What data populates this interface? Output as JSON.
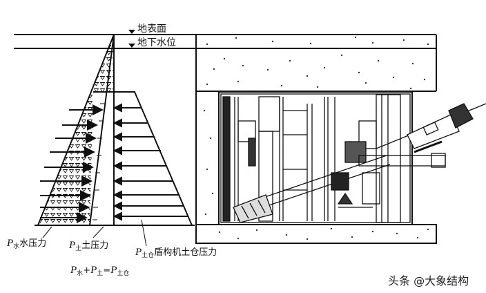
{
  "levels": {
    "ground_surface": "地表面",
    "groundwater_level": "地下水位"
  },
  "labels": {
    "water_pressure": {
      "symbol": "P",
      "sub": "水",
      "text": "水压力"
    },
    "soil_pressure": {
      "symbol": "P",
      "sub": "土",
      "text": "土压力"
    },
    "chamber_pressure": {
      "symbol": "P",
      "sub": "土仓",
      "text": "盾构机土仓压力"
    }
  },
  "equation": {
    "term1": {
      "symbol": "P",
      "sub": "水"
    },
    "plus": "+",
    "term2": {
      "symbol": "P",
      "sub": "土"
    },
    "equals": "=",
    "term3": {
      "symbol": "P",
      "sub": "土仓"
    }
  },
  "watermark": "头条 @大象结构",
  "colors": {
    "line": "#111111",
    "background": "#ffffff",
    "speckle": "#333333"
  }
}
